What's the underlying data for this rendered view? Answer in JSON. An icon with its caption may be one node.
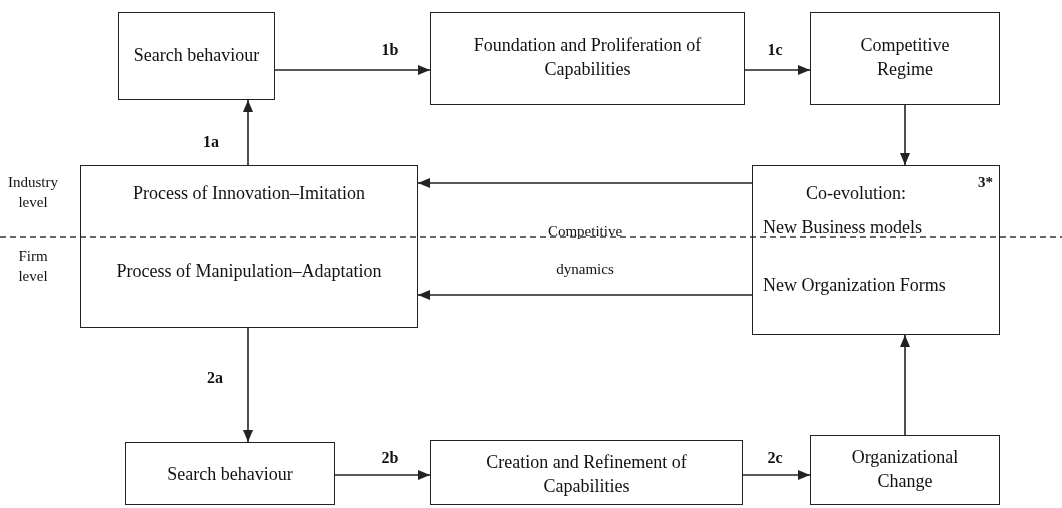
{
  "diagram": {
    "nodes": [
      {
        "text": [
          "Search behaviour"
        ]
      },
      {
        "text": [
          "Foundation and Proliferation of Capabilities"
        ]
      },
      {
        "text": [
          "Competitive Regime"
        ]
      },
      {
        "text": [
          "Process of Innovation–Imitation",
          "Process of Manipulation–Adaptation"
        ]
      },
      {
        "text": [
          "Co-evolution:",
          "3*",
          "New Business models",
          "New Organization Forms"
        ]
      },
      {
        "text": [
          "Search behaviour"
        ]
      },
      {
        "text": [
          "Creation and Refinement of Capabilities"
        ]
      },
      {
        "text": [
          "Organizational Change"
        ]
      }
    ],
    "edges": [
      {
        "from": 0,
        "to": 1,
        "arrow": "to",
        "label": "1b"
      },
      {
        "from": 1,
        "to": 2,
        "arrow": "to",
        "label": "1c"
      },
      {
        "from": 2,
        "to": 4,
        "arrow": "to"
      },
      {
        "from": 3,
        "to": 0,
        "arrow": "to",
        "label": "1a"
      },
      {
        "from": 4,
        "to": 3,
        "arrow": "to"
      },
      {
        "from": 4,
        "to": 3,
        "arrow": "to",
        "label": "Competitive dynamics"
      },
      {
        "from": 3,
        "to": 5,
        "arrow": "to",
        "label": "2a"
      },
      {
        "from": 5,
        "to": 6,
        "arrow": "to",
        "label": "2b"
      },
      {
        "from": 6,
        "to": 7,
        "arrow": "to",
        "label": "2c"
      },
      {
        "from": 7,
        "to": 4,
        "arrow": "to"
      }
    ],
    "labels": [
      "Industry level",
      "Firm level"
    ]
  }
}
